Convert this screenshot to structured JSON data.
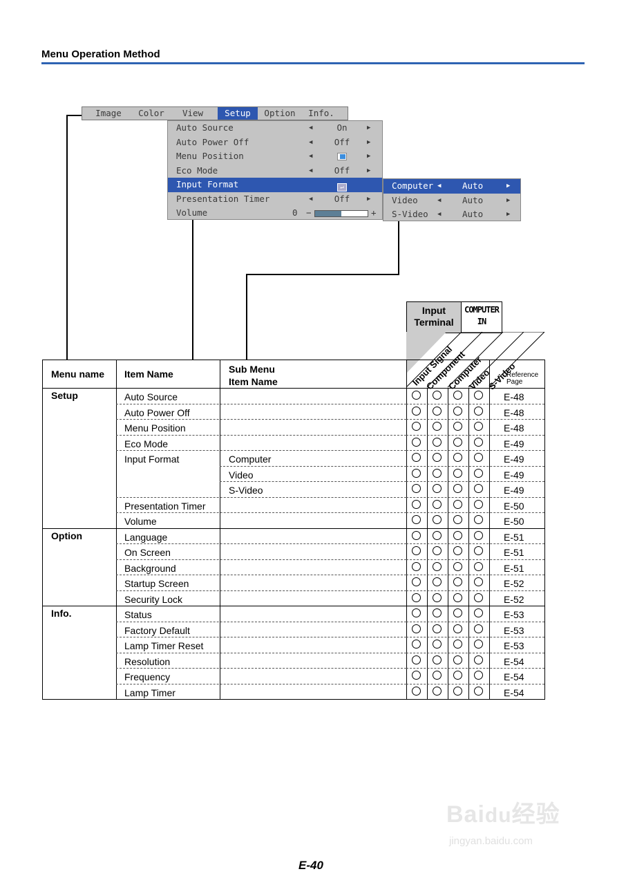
{
  "header": {
    "title": "Menu Operation Method"
  },
  "menubar": {
    "items": [
      "Image",
      "Color",
      "View",
      "Setup",
      "Option",
      "Info."
    ],
    "selected": "Setup"
  },
  "setup_menu": {
    "rows": [
      {
        "label": "Auto Source",
        "value": "On"
      },
      {
        "label": "Auto Power Off",
        "value": "Off"
      },
      {
        "label": "Menu Position",
        "value": ""
      },
      {
        "label": "Eco Mode",
        "value": "Off"
      },
      {
        "label": "Input Format",
        "value": ""
      },
      {
        "label": "Presentation Timer",
        "value": "Off"
      }
    ],
    "volume": {
      "label": "Volume",
      "value": "0",
      "level_fraction": 0.5
    }
  },
  "format_menu": {
    "rows": [
      {
        "label": "Computer",
        "value": "Auto"
      },
      {
        "label": "Video",
        "value": "Auto"
      },
      {
        "label": "S-Video",
        "value": "Auto"
      }
    ]
  },
  "table": {
    "input_terminal_label": [
      "Input",
      "Terminal"
    ],
    "computer_in_label": [
      "COMPUTER",
      "IN"
    ],
    "col_menu_name": "Menu name",
    "col_item_name": "Item Name",
    "col_sub_menu": [
      "Sub Menu",
      "Item Name"
    ],
    "signal_headers": [
      "Input Signal",
      "Component",
      "Computer",
      "Video",
      "S-Video"
    ],
    "reference_label": [
      "Reference",
      "Page"
    ],
    "groups": [
      {
        "menu": "Setup",
        "rows": [
          {
            "item": "Auto Source",
            "sub": "",
            "ref": "E-48"
          },
          {
            "item": "Auto Power Off",
            "sub": "",
            "ref": "E-48"
          },
          {
            "item": "Menu Position",
            "sub": "",
            "ref": "E-48"
          },
          {
            "item": "Eco Mode",
            "sub": "",
            "ref": "E-49"
          },
          {
            "item": "Input Format",
            "sub": "Computer",
            "ref": "E-49"
          },
          {
            "item": "",
            "sub": "Video",
            "ref": "E-49"
          },
          {
            "item": "",
            "sub": "S-Video",
            "ref": "E-49"
          },
          {
            "item": "Presentation Timer",
            "sub": "",
            "ref": "E-50"
          },
          {
            "item": "Volume",
            "sub": "",
            "ref": "E-50"
          }
        ]
      },
      {
        "menu": "Option",
        "rows": [
          {
            "item": "Language",
            "sub": "",
            "ref": "E-51"
          },
          {
            "item": "On Screen",
            "sub": "",
            "ref": "E-51"
          },
          {
            "item": "Background",
            "sub": "",
            "ref": "E-51"
          },
          {
            "item": "Startup Screen",
            "sub": "",
            "ref": "E-52"
          },
          {
            "item": "Security Lock",
            "sub": "",
            "ref": "E-52"
          }
        ]
      },
      {
        "menu": "Info.",
        "rows": [
          {
            "item": "Status",
            "sub": "",
            "ref": "E-53"
          },
          {
            "item": "Factory Default",
            "sub": "",
            "ref": "E-53"
          },
          {
            "item": "Lamp Timer Reset",
            "sub": "",
            "ref": "E-53"
          },
          {
            "item": "Resolution",
            "sub": "",
            "ref": "E-54"
          },
          {
            "item": "Frequency",
            "sub": "",
            "ref": "E-54"
          },
          {
            "item": "Lamp Timer",
            "sub": "",
            "ref": "E-54"
          }
        ]
      }
    ]
  },
  "footer": {
    "page_number": "E-40"
  },
  "watermark": {
    "brand": "Baidu经验",
    "url": "jingyan.baidu.com"
  },
  "colors": {
    "accent_rule": "#2e63b3",
    "osd_selected": "#2e57b0",
    "osd_bg": "#c4c4c4"
  }
}
